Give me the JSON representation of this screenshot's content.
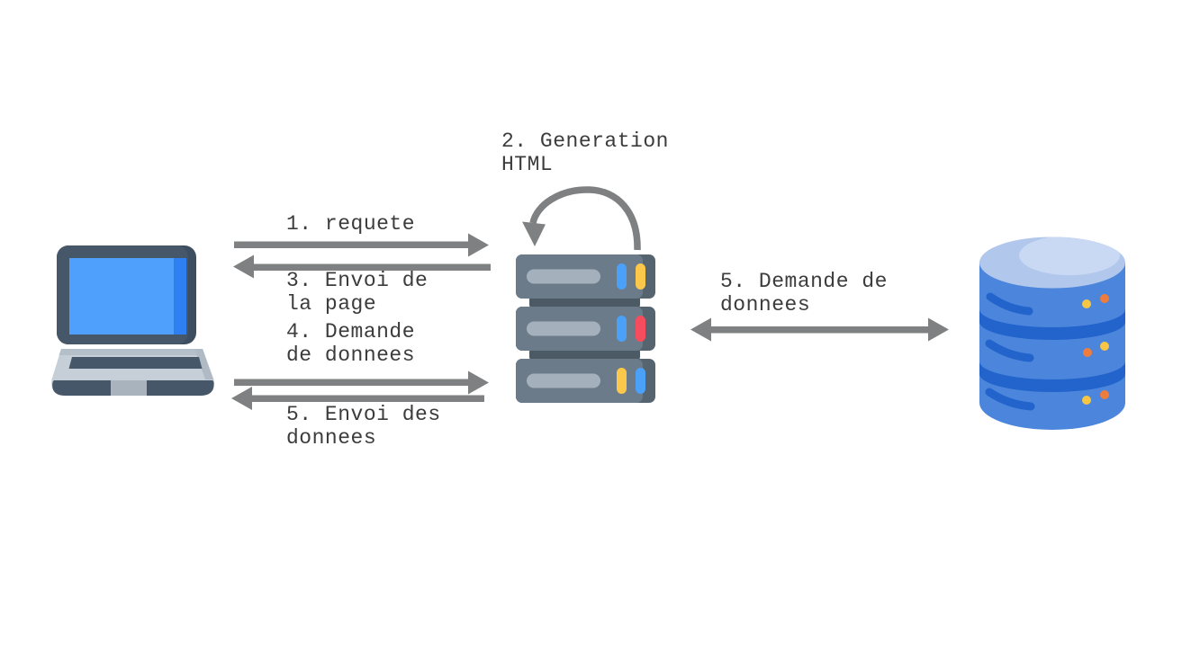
{
  "diagram": {
    "description": "client-server-database request flow",
    "labels": {
      "step1": "1. requete",
      "step2": "2. Generation\nHTML",
      "step3": "3. Envoi de\nla page",
      "step4": "4. Demande\nde donnees",
      "step5_send": "5. Envoi des\ndonnees",
      "step5_request": "5. Demande de\ndonnees"
    },
    "nodes": [
      {
        "id": "client",
        "icon": "laptop-icon"
      },
      {
        "id": "server",
        "icon": "server-icon"
      },
      {
        "id": "database",
        "icon": "database-icon"
      }
    ],
    "edges": [
      {
        "from": "client",
        "to": "server",
        "label": "1. requete",
        "direction": "right"
      },
      {
        "from": "server",
        "to": "server",
        "label": "2. Generation HTML",
        "direction": "self-loop"
      },
      {
        "from": "server",
        "to": "client",
        "label": "3. Envoi de la page",
        "direction": "left"
      },
      {
        "from": "client",
        "to": "server",
        "label": "4. Demande de donnees",
        "direction": "right"
      },
      {
        "from": "server",
        "to": "client",
        "label": "5. Envoi des donnees",
        "direction": "left"
      },
      {
        "from": "server",
        "to": "database",
        "label": "5. Demande de donnees",
        "direction": "both"
      }
    ],
    "colors": {
      "arrow": "#7e8081",
      "text": "#3c3c3c",
      "laptop_frame": "#46576a",
      "laptop_frame_shadow": "#3d4e60",
      "laptop_screen": "#4f9ffd",
      "laptop_screen_edge": "#2e7ff2",
      "laptop_base": "#c6cfd7",
      "server_body": "#6c7b89",
      "server_edge": "#56646f",
      "server_connector": "#4c5a65",
      "server_slot": "#a4b0bb",
      "led_blue": "#4ba0f8",
      "led_yellow": "#fbc84c",
      "led_red": "#f74b5e",
      "db_body": "#4c86dc",
      "db_band": "#2263cc",
      "db_top": "#b2c7ec",
      "db_highlight": "#c9d8f3",
      "dot_yellow": "#f6c644",
      "dot_orange": "#ee7d3d"
    }
  }
}
